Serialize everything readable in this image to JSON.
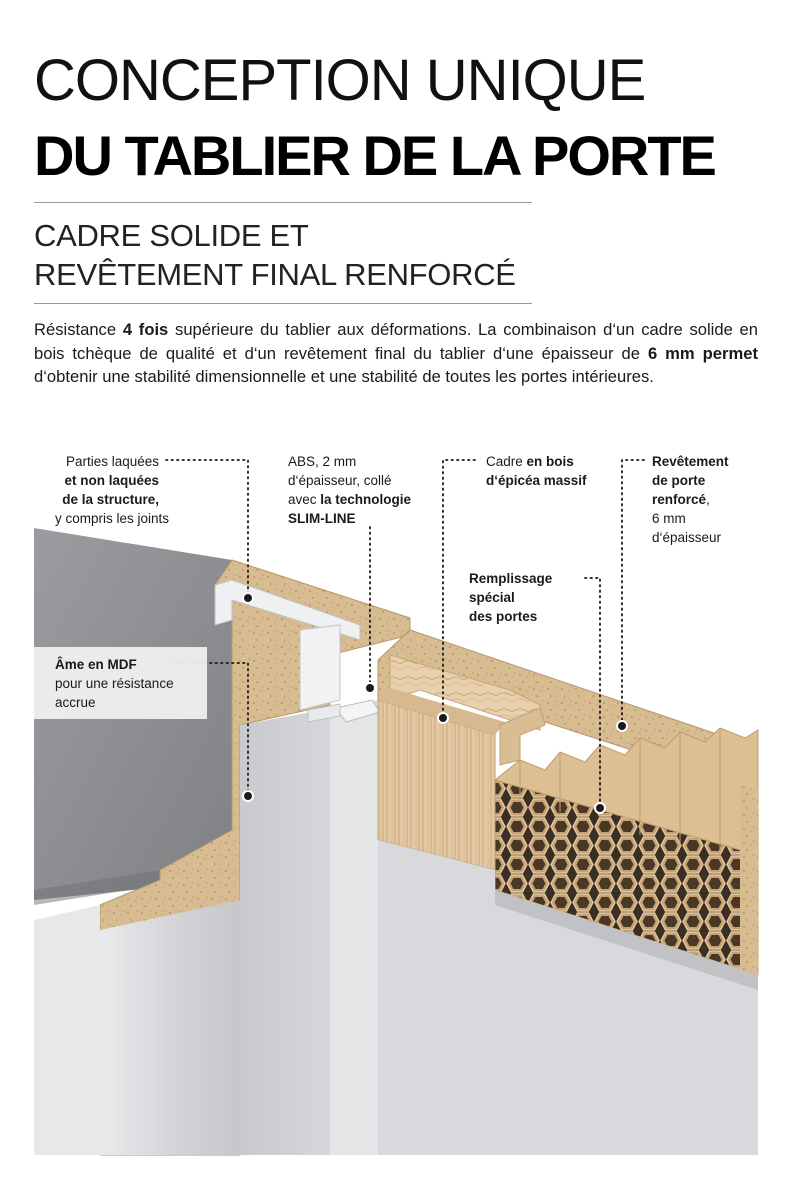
{
  "title": {
    "line1": "CONCEPTION UNIQUE",
    "line2": "DU TABLIER DE LA PORTE"
  },
  "subtitle": {
    "line1": "CADRE SOLIDE ET",
    "line2": "REVÊTEMENT FINAL RENFORCÉ"
  },
  "intro": [
    {
      "text": "Résistance ",
      "bold": false
    },
    {
      "text": "4 fois",
      "bold": true
    },
    {
      "text": " supérieure du tablier aux déformations. La combinaison d‘un cadre solide en bois tchèque de qualité et d‘un revêtement final du tablier d‘une épaisseur de ",
      "bold": false
    },
    {
      "text": "6 mm permet",
      "bold": true
    },
    {
      "text": " d‘obtenir une stabilité dimensionnelle et une stabilité de toutes les portes intérieures.",
      "bold": false
    }
  ],
  "callouts": {
    "lacquered": [
      [
        {
          "t": "Parties laquées",
          "b": false
        }
      ],
      [
        {
          "t": "et non laquées",
          "b": true
        }
      ],
      [
        {
          "t": "de la structure,",
          "b": true
        }
      ],
      [
        {
          "t": "y compris les joints",
          "b": false
        }
      ]
    ],
    "abs": [
      [
        {
          "t": "ABS, 2 mm",
          "b": false
        }
      ],
      [
        {
          "t": "d‘épaisseur, collé",
          "b": false
        }
      ],
      [
        {
          "t": "avec ",
          "b": false
        },
        {
          "t": "la technologie",
          "b": true
        }
      ],
      [
        {
          "t": "SLIM-LINE",
          "b": true
        }
      ]
    ],
    "frame": [
      [
        {
          "t": "Cadre ",
          "b": false
        },
        {
          "t": "en bois",
          "b": true
        }
      ],
      [
        {
          "t": "d‘épicéa massif",
          "b": true
        }
      ]
    ],
    "cladding": [
      [
        {
          "t": "Revêtement",
          "b": true
        }
      ],
      [
        {
          "t": "de porte",
          "b": true
        }
      ],
      [
        {
          "t": "renforcé",
          "b": true
        },
        {
          "t": ",",
          "b": false
        }
      ],
      [
        {
          "t": "6 mm",
          "b": false
        }
      ],
      [
        {
          "t": "d‘épaisseur",
          "b": false
        }
      ]
    ],
    "filling": [
      [
        {
          "t": "Remplissage",
          "b": true
        }
      ],
      [
        {
          "t": "spécial",
          "b": true
        }
      ],
      [
        {
          "t": "des portes",
          "b": true
        }
      ]
    ],
    "mdf": [
      [
        {
          "t": "Âme en MDF",
          "b": true
        }
      ],
      [
        {
          "t": "pour une résistance",
          "b": false
        }
      ],
      [
        {
          "t": "accrue",
          "b": false
        }
      ]
    ]
  },
  "colors": {
    "board": "#d7bb91",
    "board_dark": "#b8976a",
    "concrete": "#8d8f92",
    "door_grey": "#d2d3d6",
    "wood": "#e0c6a1",
    "wood_grain": "#c9a67a",
    "honeycomb": "#d9b98c",
    "leader": "#1a1a1a"
  }
}
